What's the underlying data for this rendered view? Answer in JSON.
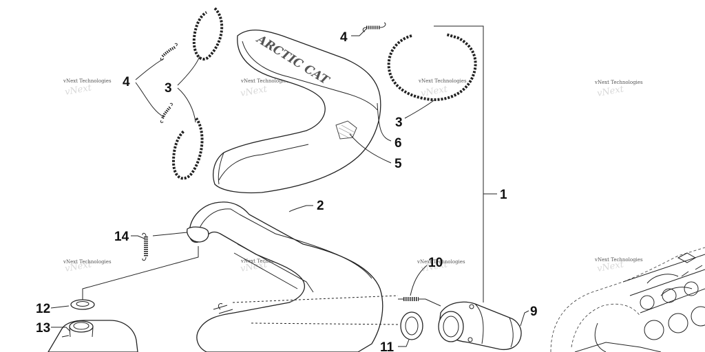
{
  "callouts": {
    "c1": "1",
    "c2": "2",
    "c3a": "3",
    "c3b": "3",
    "c4a": "4",
    "c4b": "4",
    "c5": "5",
    "c6": "6",
    "c9": "9",
    "c10": "10",
    "c11": "11",
    "c12": "12",
    "c13": "13",
    "c14": "14"
  },
  "watermark": "vNext Technologies",
  "brand_text": "ARCTIC CAT",
  "colors": {
    "line": "#222222",
    "background": "#ffffff",
    "watermark": "#555555"
  }
}
